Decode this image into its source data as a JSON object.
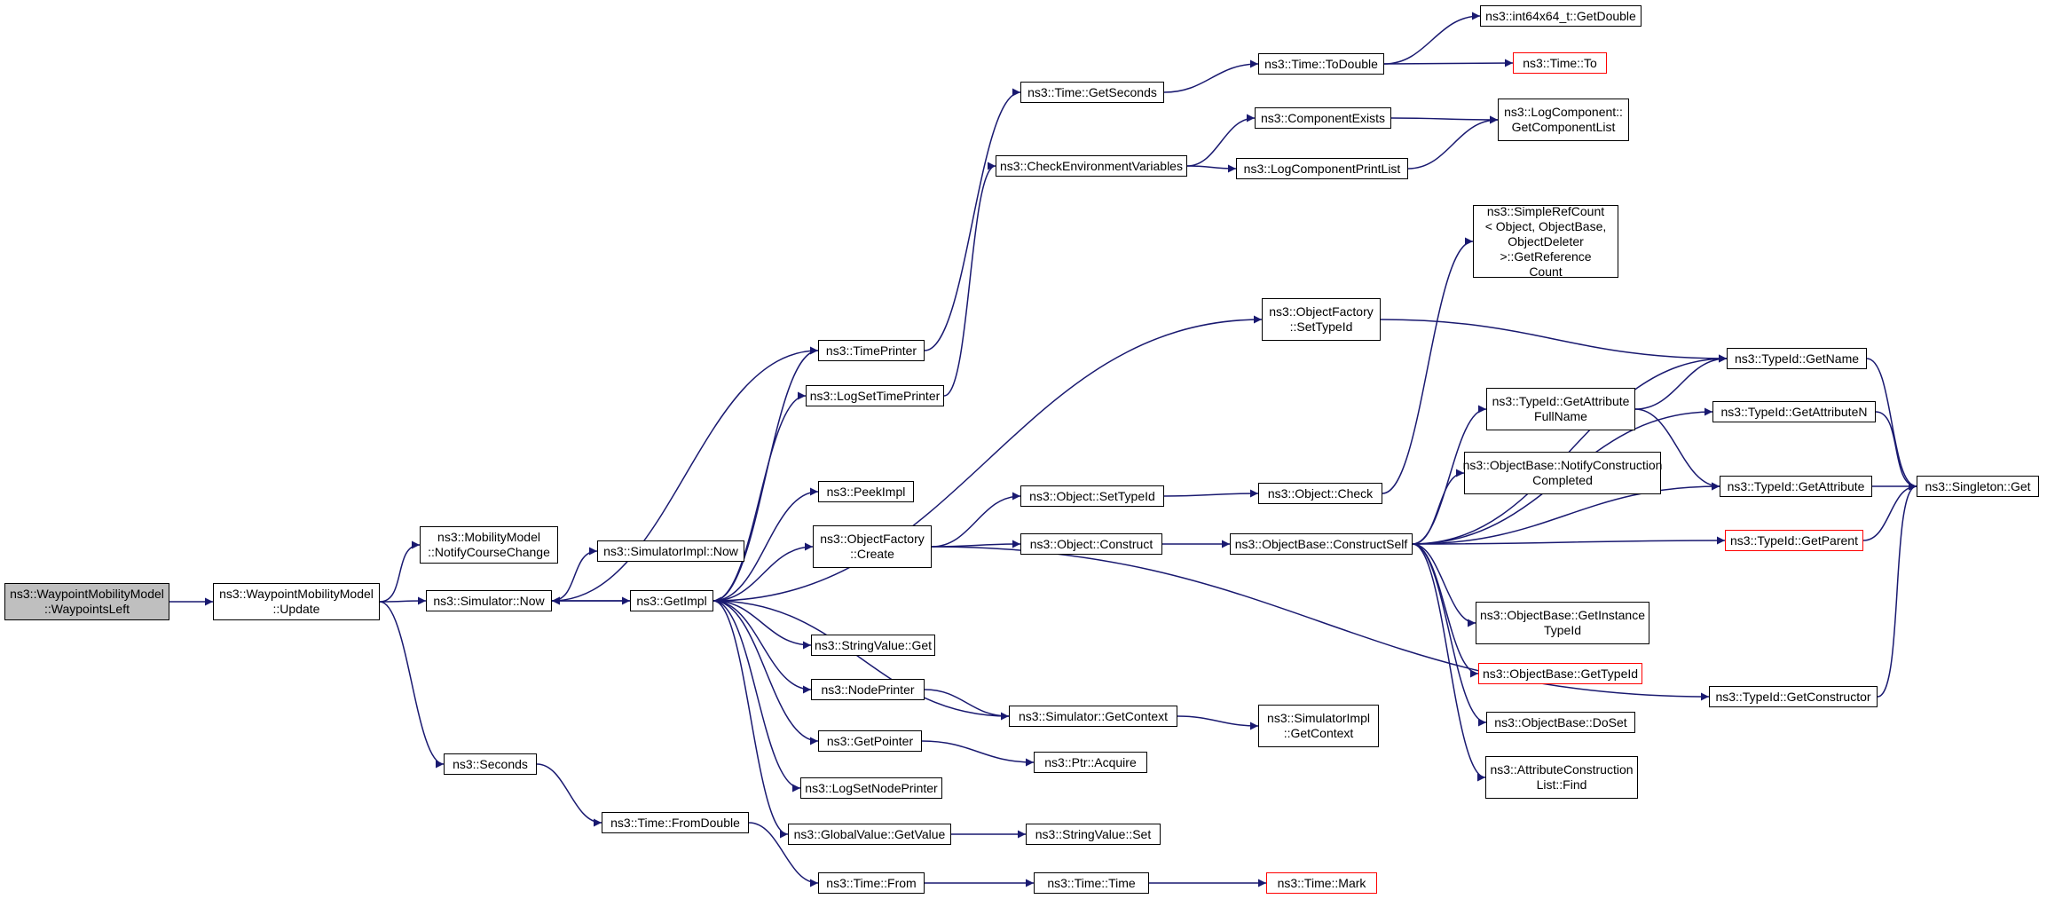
{
  "diagram": {
    "edge_color": "#191970",
    "root_fill": "#bfbfbf",
    "external_border": "#ff0000",
    "nodes": [
      {
        "id": "waypointsleft",
        "label": "ns3::WaypointMobilityModel\n::WaypointsLeft",
        "root": true
      },
      {
        "id": "update",
        "label": "ns3::WaypointMobilityModel\n::Update"
      },
      {
        "id": "notifycourse",
        "label": "ns3::MobilityModel\n::NotifyCourseChange"
      },
      {
        "id": "simnow",
        "label": "ns3::Simulator::Now"
      },
      {
        "id": "seconds",
        "label": "ns3::Seconds"
      },
      {
        "id": "simimplnow",
        "label": "ns3::SimulatorImpl::Now"
      },
      {
        "id": "getimpl",
        "label": "ns3::GetImpl"
      },
      {
        "id": "fromdouble",
        "label": "ns3::Time::FromDouble"
      },
      {
        "id": "timeprinter",
        "label": "ns3::TimePrinter"
      },
      {
        "id": "logsettimeprinter",
        "label": "ns3::LogSetTimePrinter"
      },
      {
        "id": "peekimpl",
        "label": "ns3::PeekImpl"
      },
      {
        "id": "objfactorycreate",
        "label": "ns3::ObjectFactory\n::Create"
      },
      {
        "id": "stringvalueget",
        "label": "ns3::StringValue::Get"
      },
      {
        "id": "nodeprinter",
        "label": "ns3::NodePrinter"
      },
      {
        "id": "getpointer",
        "label": "ns3::GetPointer"
      },
      {
        "id": "logsetnodeprinter",
        "label": "ns3::LogSetNodePrinter"
      },
      {
        "id": "globalvaluegetvalue",
        "label": "ns3::GlobalValue::GetValue"
      },
      {
        "id": "timefrom",
        "label": "ns3::Time::From"
      },
      {
        "id": "timegetseconds",
        "label": "ns3::Time::GetSeconds"
      },
      {
        "id": "checkenv",
        "label": "ns3::CheckEnvironmentVariables"
      },
      {
        "id": "objsettypeid",
        "label": "ns3::Object::SetTypeId"
      },
      {
        "id": "objconstruct",
        "label": "ns3::Object::Construct"
      },
      {
        "id": "simgetcontext",
        "label": "ns3::Simulator::GetContext"
      },
      {
        "id": "ptracquire",
        "label": "ns3::Ptr::Acquire"
      },
      {
        "id": "stringvalueset",
        "label": "ns3::StringValue::Set"
      },
      {
        "id": "timetime",
        "label": "ns3::Time::Time"
      },
      {
        "id": "timetodouble",
        "label": "ns3::Time::ToDouble"
      },
      {
        "id": "componentexists",
        "label": "ns3::ComponentExists"
      },
      {
        "id": "logcompprintlist",
        "label": "ns3::LogComponentPrintList"
      },
      {
        "id": "objfactorysettypeid",
        "label": "ns3::ObjectFactory\n::SetTypeId"
      },
      {
        "id": "objcheck",
        "label": "ns3::Object::Check"
      },
      {
        "id": "constructself",
        "label": "ns3::ObjectBase::ConstructSelf"
      },
      {
        "id": "simimplgetcontext",
        "label": "ns3::SimulatorImpl\n::GetContext"
      },
      {
        "id": "timemark",
        "label": "ns3::Time::Mark",
        "external": true
      },
      {
        "id": "int64getdouble",
        "label": "ns3::int64x64_t::GetDouble"
      },
      {
        "id": "timeto",
        "label": "ns3::Time::To",
        "external": true
      },
      {
        "id": "getcomponentlist",
        "label": "ns3::LogComponent::\nGetComponentList"
      },
      {
        "id": "simplerefcount",
        "label": "ns3::SimpleRefCount\n< Object, ObjectBase,\n ObjectDeleter >::GetReference\nCount"
      },
      {
        "id": "getattrfullname",
        "label": "ns3::TypeId::GetAttribute\nFullName"
      },
      {
        "id": "notifyconstruction",
        "label": "ns3::ObjectBase::NotifyConstruction\nCompleted"
      },
      {
        "id": "getinstancetypeid",
        "label": "ns3::ObjectBase::GetInstance\nTypeId"
      },
      {
        "id": "objbasegettypeid",
        "label": "ns3::ObjectBase::GetTypeId",
        "external": true
      },
      {
        "id": "doset",
        "label": "ns3::ObjectBase::DoSet"
      },
      {
        "id": "attrlistfind",
        "label": "ns3::AttributeConstruction\nList::Find"
      },
      {
        "id": "typeidgetname",
        "label": "ns3::TypeId::GetName"
      },
      {
        "id": "getattributen",
        "label": "ns3::TypeId::GetAttributeN"
      },
      {
        "id": "getattribute",
        "label": "ns3::TypeId::GetAttribute"
      },
      {
        "id": "getparent",
        "label": "ns3::TypeId::GetParent",
        "external": true
      },
      {
        "id": "getconstructor",
        "label": "ns3::TypeId::GetConstructor"
      },
      {
        "id": "singletonget",
        "label": "ns3::Singleton::Get"
      }
    ],
    "edges": [
      [
        "waypointsleft",
        "update"
      ],
      [
        "update",
        "notifycourse"
      ],
      [
        "update",
        "simnow"
      ],
      [
        "update",
        "seconds"
      ],
      [
        "simnow",
        "getimpl"
      ],
      [
        "simnow",
        "simimplnow"
      ],
      [
        "seconds",
        "fromdouble"
      ],
      [
        "fromdouble",
        "timefrom"
      ],
      [
        "getimpl",
        "simnow"
      ],
      [
        "getimpl",
        "timeprinter"
      ],
      [
        "getimpl",
        "logsettimeprinter"
      ],
      [
        "getimpl",
        "peekimpl"
      ],
      [
        "getimpl",
        "objfactorycreate"
      ],
      [
        "getimpl",
        "objfactorysettypeid"
      ],
      [
        "getimpl",
        "stringvalueget"
      ],
      [
        "getimpl",
        "nodeprinter"
      ],
      [
        "getimpl",
        "getpointer"
      ],
      [
        "getimpl",
        "logsetnodeprinter"
      ],
      [
        "getimpl",
        "globalvaluegetvalue"
      ],
      [
        "timeprinter",
        "timegetseconds"
      ],
      [
        "timeprinter",
        "simnow"
      ],
      [
        "logsettimeprinter",
        "checkenv"
      ],
      [
        "nodeprinter",
        "simgetcontext"
      ],
      [
        "simgetcontext",
        "getimpl"
      ],
      [
        "simgetcontext",
        "simimplgetcontext"
      ],
      [
        "getpointer",
        "ptracquire"
      ],
      [
        "globalvaluegetvalue",
        "stringvalueset"
      ],
      [
        "timefrom",
        "timetime"
      ],
      [
        "timetime",
        "timemark"
      ],
      [
        "objfactorycreate",
        "objsettypeid"
      ],
      [
        "objfactorycreate",
        "objconstruct"
      ],
      [
        "objfactorycreate",
        "getconstructor"
      ],
      [
        "objsettypeid",
        "objcheck"
      ],
      [
        "objconstruct",
        "constructself"
      ],
      [
        "objcheck",
        "simplerefcount"
      ],
      [
        "timegetseconds",
        "timetodouble"
      ],
      [
        "timetodouble",
        "int64getdouble"
      ],
      [
        "timetodouble",
        "timeto"
      ],
      [
        "checkenv",
        "componentexists"
      ],
      [
        "checkenv",
        "logcompprintlist"
      ],
      [
        "componentexists",
        "getcomponentlist"
      ],
      [
        "logcompprintlist",
        "getcomponentlist"
      ],
      [
        "objfactorysettypeid",
        "typeidgetname"
      ],
      [
        "constructself",
        "getattrfullname"
      ],
      [
        "constructself",
        "notifyconstruction"
      ],
      [
        "constructself",
        "getinstancetypeid"
      ],
      [
        "constructself",
        "objbasegettypeid"
      ],
      [
        "constructself",
        "doset"
      ],
      [
        "constructself",
        "attrlistfind"
      ],
      [
        "constructself",
        "typeidgetname"
      ],
      [
        "constructself",
        "getattributen"
      ],
      [
        "constructself",
        "getattribute"
      ],
      [
        "constructself",
        "getparent"
      ],
      [
        "getattrfullname",
        "typeidgetname"
      ],
      [
        "getattrfullname",
        "getattribute"
      ],
      [
        "typeidgetname",
        "singletonget"
      ],
      [
        "getattributen",
        "singletonget"
      ],
      [
        "getattribute",
        "singletonget"
      ],
      [
        "getparent",
        "singletonget"
      ],
      [
        "getconstructor",
        "singletonget"
      ]
    ]
  }
}
